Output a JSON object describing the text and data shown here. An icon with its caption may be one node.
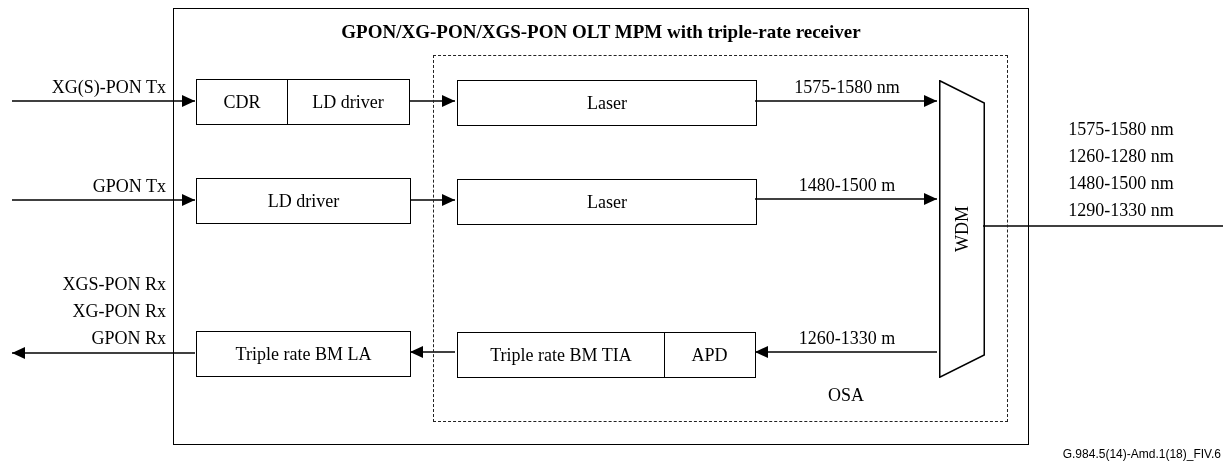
{
  "diagram": {
    "nodes": [
      {
        "text": [
          "GPON/XG-PON/XGS-PON OLT MPM with triple-rate receiver"
        ]
      },
      {
        "text": [
          "OSA"
        ],
        "in": 0
      },
      {
        "text": [
          "CDR"
        ],
        "in": 0
      },
      {
        "text": [
          "LD driver"
        ],
        "in": 0
      },
      {
        "text": [
          "LD driver"
        ],
        "in": 0
      },
      {
        "text": [
          "Triple rate BM LA"
        ],
        "in": 0
      },
      {
        "text": [
          "Laser"
        ],
        "in": 1
      },
      {
        "text": [
          "Laser"
        ],
        "in": 1
      },
      {
        "text": [
          "Triple rate BM TIA"
        ],
        "in": 1
      },
      {
        "text": [
          "APD"
        ],
        "in": 1
      },
      {
        "text": [
          "WDM"
        ],
        "in": 1
      }
    ],
    "edges": [
      {
        "from": null,
        "to": 2,
        "arrow": "to",
        "label": "XG(S)-PON Tx"
      },
      {
        "from": null,
        "to": 4,
        "arrow": "to",
        "label": "GPON Tx"
      },
      {
        "from": 3,
        "to": 6,
        "arrow": "to"
      },
      {
        "from": 4,
        "to": 7,
        "arrow": "to"
      },
      {
        "from": 6,
        "to": 10,
        "arrow": "to",
        "label": "1575-1580 nm"
      },
      {
        "from": 7,
        "to": 10,
        "arrow": "to",
        "label": "1480-1500 m"
      },
      {
        "from": 10,
        "to": 9,
        "arrow": "to",
        "label": "1260-1330 m"
      },
      {
        "from": 8,
        "to": 5,
        "arrow": "to"
      },
      {
        "from": 5,
        "to": null,
        "arrow": "to",
        "label": "XGS-PON Rx XG-PON Rx GPON Rx"
      },
      {
        "from": 10,
        "to": null,
        "arrow": "none",
        "label": "1575-1580 nm 1260-1280 nm 1480-1500 nm 1290-1330 nm"
      }
    ],
    "labels": [
      "G.984.5(14)-Amd.1(18)_FIV.6"
    ]
  }
}
